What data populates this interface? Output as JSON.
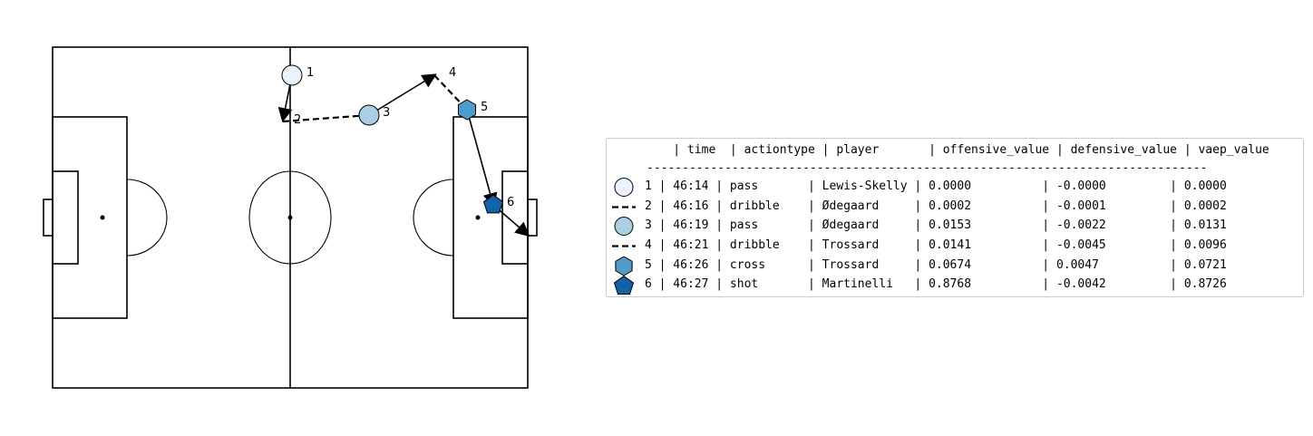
{
  "actions": [
    {
      "id": "1",
      "time": "46:14",
      "actiontype": "pass",
      "player": "Lewis-Skelly",
      "offensive_value": "0.0000",
      "defensive_value": "-0.0000",
      "vaep_value": "0.0000",
      "marker": "circle",
      "color": "#eaf2fb"
    },
    {
      "id": "2",
      "time": "46:16",
      "actiontype": "dribble",
      "player": "Ødegaard",
      "offensive_value": "0.0002",
      "defensive_value": "-0.0001",
      "vaep_value": "0.0002",
      "marker": "dashed-line",
      "color": "#000000"
    },
    {
      "id": "3",
      "time": "46:19",
      "actiontype": "pass",
      "player": "Ødegaard",
      "offensive_value": "0.0153",
      "defensive_value": "-0.0022",
      "vaep_value": "0.0131",
      "marker": "circle",
      "color": "#a9cfe5"
    },
    {
      "id": "4",
      "time": "46:21",
      "actiontype": "dribble",
      "player": "Trossard",
      "offensive_value": "0.0141",
      "defensive_value": "-0.0045",
      "vaep_value": "0.0096",
      "marker": "dashed-line",
      "color": "#000000"
    },
    {
      "id": "5",
      "time": "46:26",
      "actiontype": "cross",
      "player": "Trossard",
      "offensive_value": "0.0674",
      "defensive_value": "0.0047",
      "vaep_value": "0.0721",
      "marker": "hexagon",
      "color": "#4f9bcb"
    },
    {
      "id": "6",
      "time": "46:27",
      "actiontype": "shot",
      "player": "Martinelli",
      "offensive_value": "0.8768",
      "defensive_value": "-0.0042",
      "vaep_value": "0.8726",
      "marker": "pentagon",
      "color": "#1561a8"
    }
  ],
  "legend": {
    "header": "    | time  | actiontype | player       | offensive_value | defensive_value | vaep_value",
    "separator": "-------------------------------------------------------------------------------",
    "rows": [
      "1 | 46:14 | pass       | Lewis-Skelly | 0.0000          | -0.0000         | 0.0000",
      "2 | 46:16 | dribble    | Ødegaard     | 0.0002          | -0.0001         | 0.0002",
      "3 | 46:19 | pass       | Ødegaard     | 0.0153          | -0.0022         | 0.0131",
      "4 | 46:21 | dribble    | Trossard     | 0.0141          | -0.0045         | 0.0096",
      "5 | 46:26 | cross      | Trossard     | 0.0674          | 0.0047          | 0.0721",
      "6 | 46:27 | shot       | Martinelli   | 0.8768          | -0.0042         | 0.8726"
    ]
  }
}
